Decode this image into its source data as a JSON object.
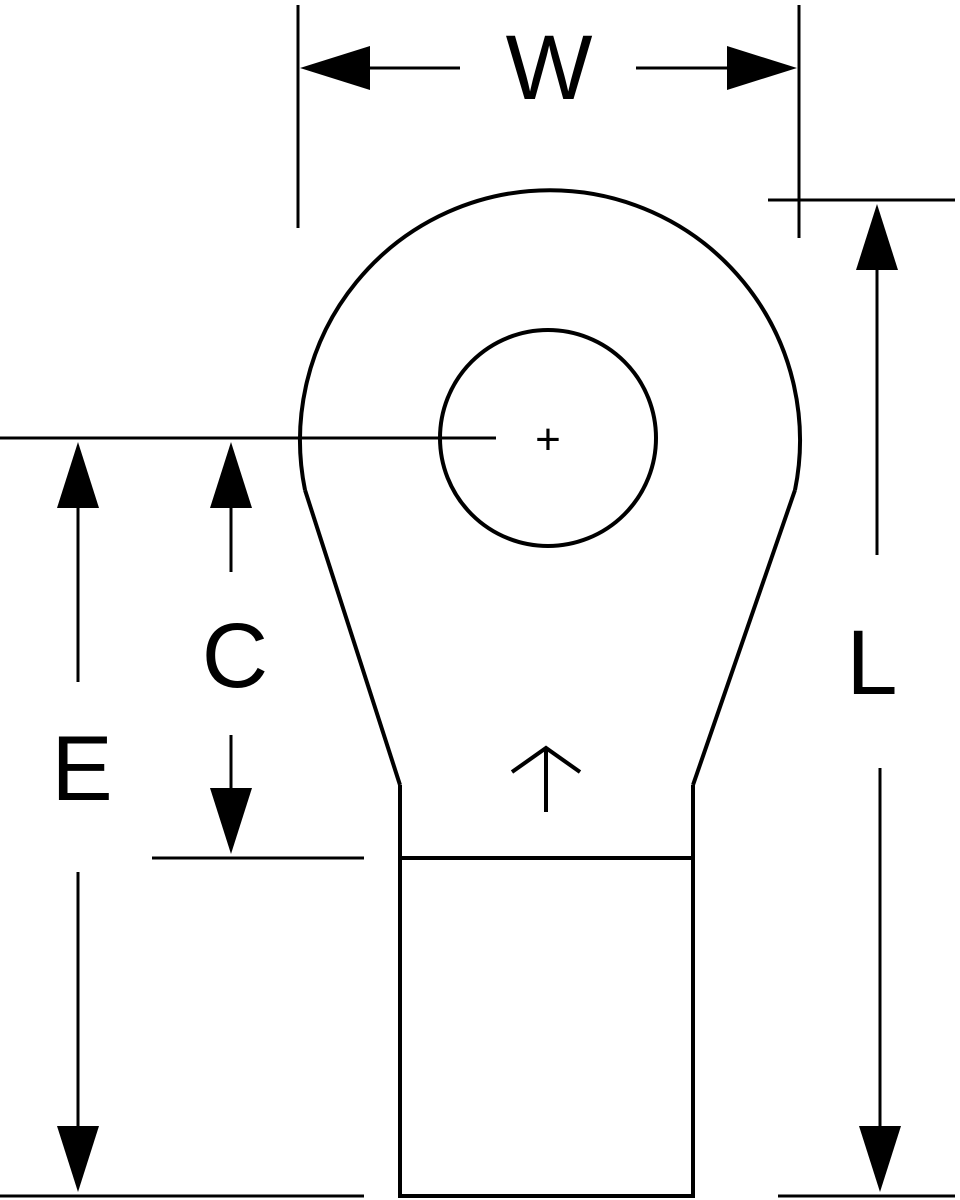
{
  "diagram": {
    "labels": {
      "width": "W",
      "length": "L",
      "center_to_barrel": "C",
      "center_to_end": "E"
    },
    "center_mark": "+",
    "colors": {
      "line": "#000000",
      "background": "#ffffff"
    }
  }
}
